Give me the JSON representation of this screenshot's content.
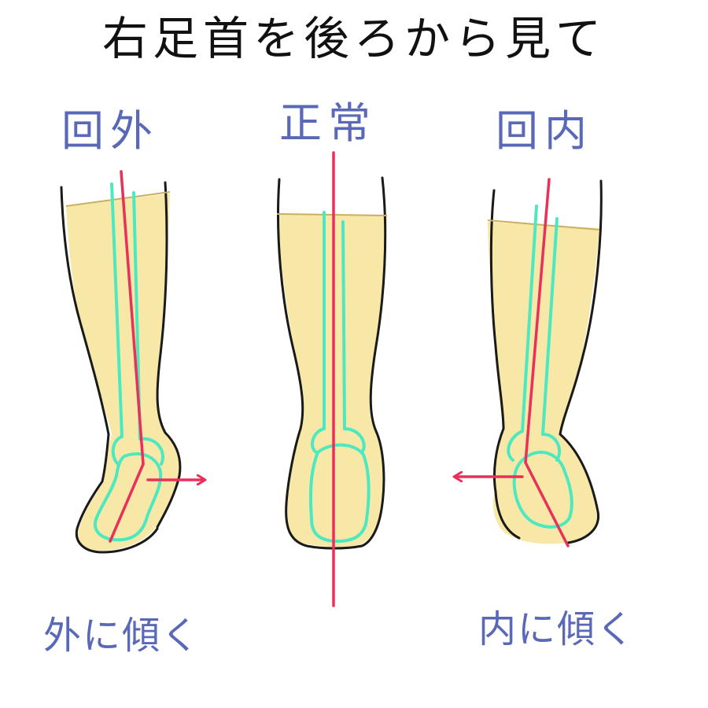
{
  "title": "右足首を後ろから見て",
  "panels": {
    "left": {
      "label": "回外",
      "caption": "外に傾く"
    },
    "center": {
      "label": "正常"
    },
    "right": {
      "label": "回内",
      "caption": "内に傾く"
    }
  },
  "colors": {
    "skin": "#f8e8a8",
    "outline": "#1a1a1a",
    "bone": "#4ee8c0",
    "axis": "#e8305a",
    "label": "#5a68b8",
    "title": "#111111"
  }
}
